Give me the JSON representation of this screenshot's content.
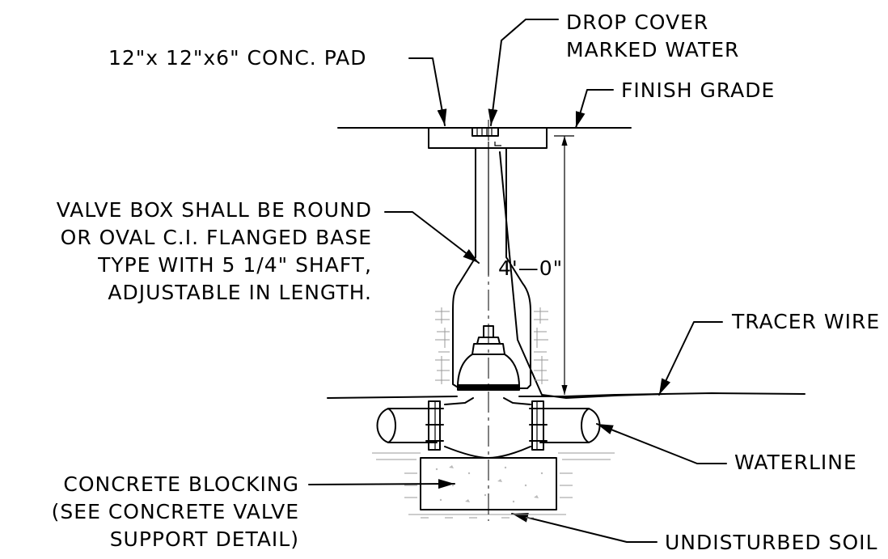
{
  "labels": {
    "drop_cover": [
      "DROP COVER",
      "MARKED WATER"
    ],
    "conc_pad": "12\"x 12\"x6\" CONC. PAD",
    "finish_grade": "FINISH GRADE",
    "valve_box": [
      "VALVE BOX SHALL BE ROUND",
      "OR OVAL C.I. FLANGED BASE",
      "TYPE WITH 5 1/4\" SHAFT,",
      "ADJUSTABLE IN LENGTH."
    ],
    "dimension": "4'—0\"",
    "tracer_wire": "TRACER WIRE",
    "waterline": "WATERLINE",
    "concrete_blocking": [
      "CONCRETE BLOCKING",
      "(SEE CONCRETE VALVE",
      "SUPPORT DETAIL)"
    ],
    "undisturbed_soil": "UNDISTURBED SOIL"
  }
}
